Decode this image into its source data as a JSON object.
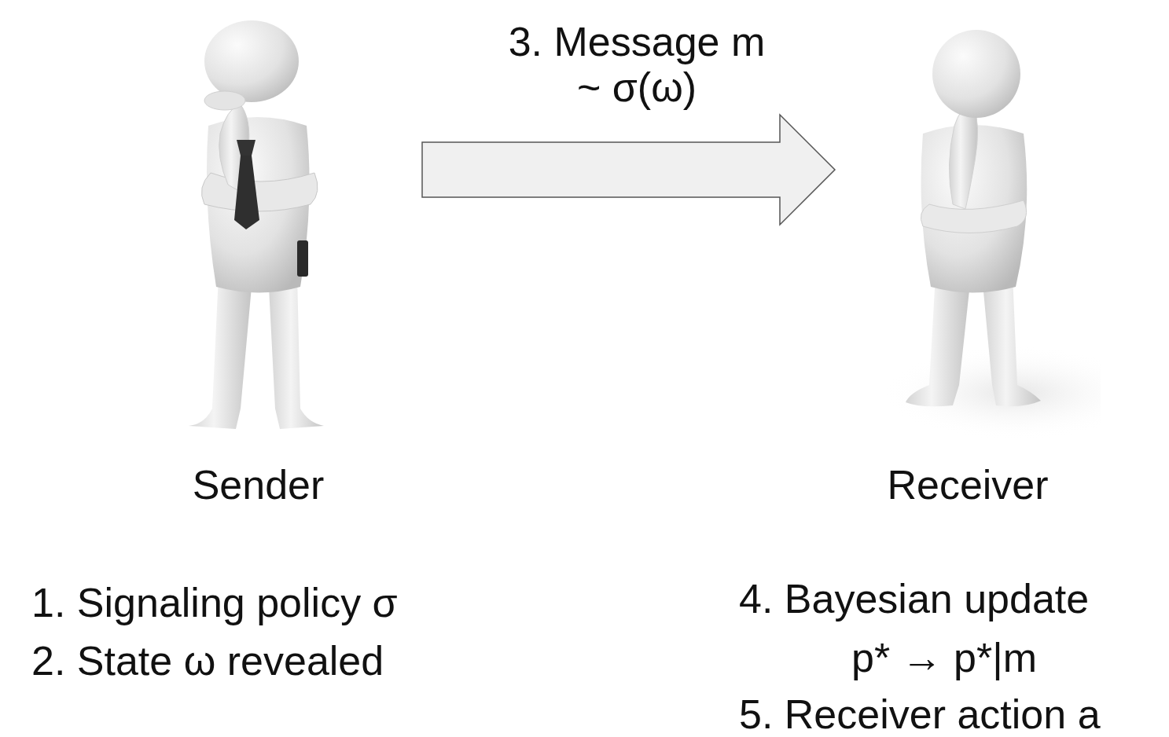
{
  "diagram": {
    "nodes": [
      {
        "text": [
          "Sender"
        ]
      },
      {
        "text": [
          "Receiver"
        ]
      }
    ],
    "edges": [
      {
        "from": 0,
        "to": 1,
        "label": "3. Message m ~ σ(ω)",
        "arrow": "to"
      }
    ],
    "labels": [
      "1. Signaling policy σ",
      "2. State ω revealed",
      "4. Bayesian update",
      "p* → p*|m",
      "5. Receiver action a"
    ]
  }
}
